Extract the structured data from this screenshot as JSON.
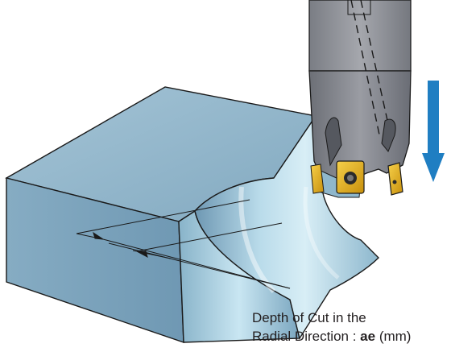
{
  "caption": {
    "line1": "Depth of Cut in the",
    "line2_prefix": "Radial Direction : ",
    "line2_symbol": "ae",
    "line2_unit": " (mm)"
  },
  "colors": {
    "block_top": "#8fb3c7",
    "block_front": "#7aa3bd",
    "block_side": "#6993b0",
    "cut_surface": "#a9cee0",
    "tool_body": "#7d8088",
    "insert_gold": "#e3b21e",
    "arrow_blue": "#1f7ec2",
    "outline": "#1a1a1a"
  },
  "icons": {
    "feed_arrow": "down-arrow-icon"
  }
}
